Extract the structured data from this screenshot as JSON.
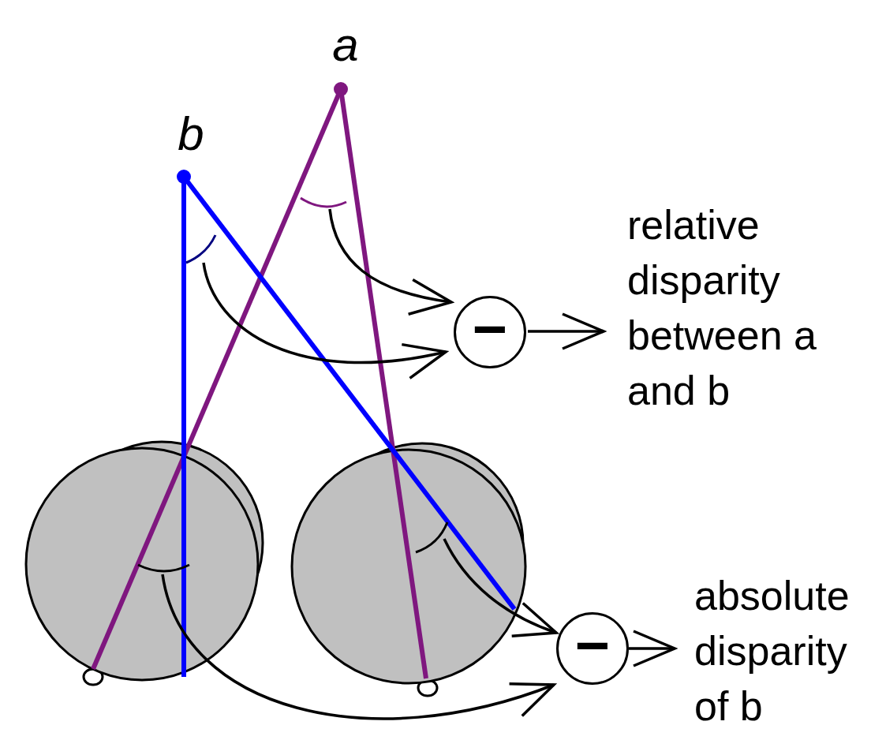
{
  "diagram": {
    "nodes": [
      {
        "text": [
          "−"
        ]
      },
      {
        "text": [
          "−"
        ]
      }
    ],
    "labels": [
      "a",
      "b",
      "relative disparity between a and b",
      "absolute disparity of b"
    ]
  }
}
